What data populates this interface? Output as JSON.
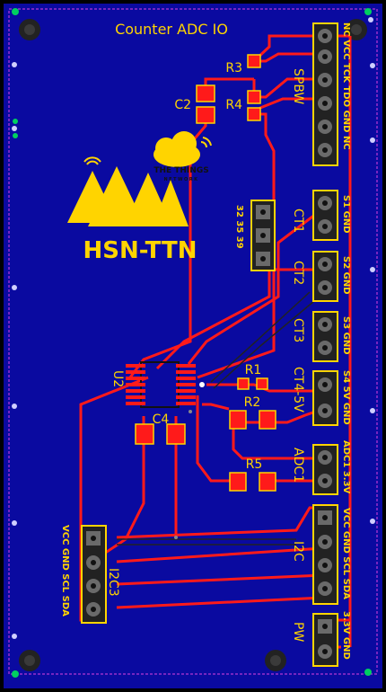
{
  "board": {
    "title": "Counter ADC IO",
    "logo_text": "HSN-TTN",
    "ttn_logo_line1": "THE THINGS",
    "ttn_logo_line2": "NETWORK"
  },
  "components": {
    "r3": "R3",
    "r4": "R4",
    "c2": "C2",
    "u2": "U2",
    "c4": "C4",
    "r1": "R1",
    "r2": "R2",
    "r5": "R5"
  },
  "connectors": {
    "spbw": {
      "name": "SPBW",
      "pins": "NC VCC TCK TDO GND NC"
    },
    "ct1": {
      "name": "CT1",
      "pins": "S1 GND",
      "ids": "32 35 39"
    },
    "ct2": {
      "name": "CT2",
      "pins": "S2 GND"
    },
    "ct3": {
      "name": "CT3",
      "pins": "S3 GND"
    },
    "ct4": {
      "name": "CT4-5V",
      "pins": "S4 5V GND"
    },
    "adc1": {
      "name": "ADC1",
      "pins": "ADC1 3.3V"
    },
    "i2c": {
      "name": "I2C",
      "pins": "VCC GND SCL SDA"
    },
    "i2c3": {
      "name": "I2C3",
      "pins": "VCC GND SCL SDA"
    },
    "pw": {
      "name": "PW",
      "pins": "3.3V GND"
    }
  },
  "colors": {
    "board": "#0a0aa0",
    "trace": "#ff1a1a",
    "silkscreen": "#ffd400",
    "pad_copper": "#ff1a1a",
    "pin_hole": "#7a7a7a"
  }
}
